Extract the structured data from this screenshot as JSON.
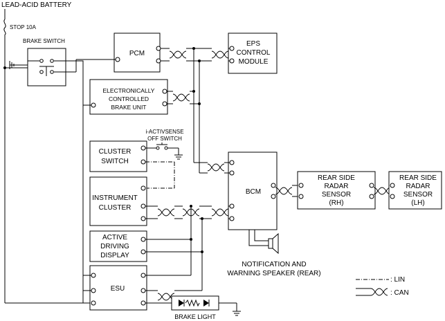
{
  "labels": {
    "battery": "LEAD-ACID BATTERY",
    "fuse": "STOP 10A",
    "brake_switch": "BRAKE SWITCH",
    "pcm": "PCM",
    "eps": [
      "EPS",
      "CONTROL",
      "MODULE"
    ],
    "ebcu": [
      "ELECTRONICALLY",
      "CONTROLLED",
      "BRAKE UNIT"
    ],
    "iactivsense": [
      "i-ACTIVSENSE",
      "OFF SWITCH"
    ],
    "cluster_switch": [
      "CLUSTER",
      "SWITCH"
    ],
    "instrument_cluster": [
      "INSTRUMENT",
      "CLUSTER"
    ],
    "active_driving_display": [
      "ACTIVE",
      "DRIVING",
      "DISPLAY"
    ],
    "esu": "ESU",
    "bcm": "BCM",
    "radar_rh": [
      "REAR SIDE",
      "RADAR",
      "SENSOR",
      "(RH)"
    ],
    "radar_lh": [
      "REAR SIDE",
      "RADAR",
      "SENSOR",
      "(LH)"
    ],
    "speaker": [
      "NOTIFICATION AND",
      "WARNING SPEAKER (REAR)"
    ],
    "brake_light": "BRAKE LIGHT"
  },
  "legend": {
    "lin": ": LIN",
    "can": ": CAN"
  }
}
